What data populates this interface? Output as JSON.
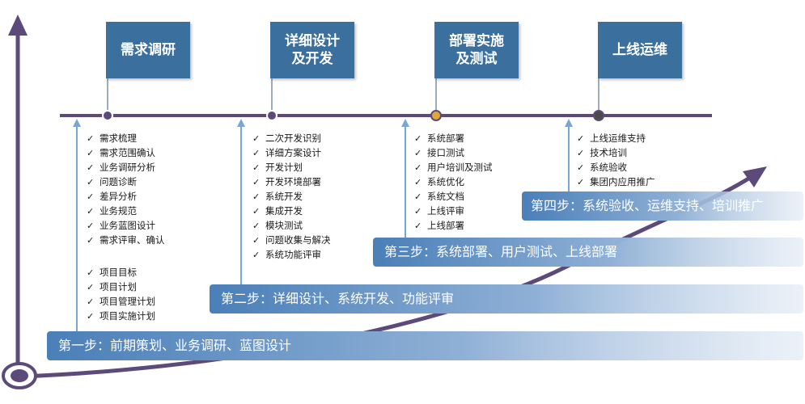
{
  "phases": [
    {
      "title": "需求调研"
    },
    {
      "title": "详细设计\n及开发"
    },
    {
      "title": "部署实施\n及测试"
    },
    {
      "title": "上线运维"
    }
  ],
  "task_groups": [
    [
      "需求梳理",
      "需求范围确认",
      "业务调研分析",
      "问题诊断",
      "差异分析",
      "业务规范",
      "业务蓝图设计",
      "需求评审、确认"
    ],
    [
      "项目目标",
      "项目计划",
      "项目管理计划",
      "项目实施计划"
    ],
    [
      "二次开发识别",
      "详细方案设计",
      "开发计划",
      "开发环境部署",
      "系统开发",
      "集成开发",
      "模块测试",
      "问题收集与解决",
      "系统功能评审"
    ],
    [
      "系统部署",
      "接口测试",
      "用户培训及测试",
      "系统优化",
      "系统文档",
      "上线评审",
      "上线部署"
    ],
    [
      "上线运维支持",
      "技术培训",
      "系统验收",
      "集团内应用推广"
    ]
  ],
  "steps": [
    {
      "label": "第一步：前期策划、业务调研、蓝图设计"
    },
    {
      "label": "第二步：详细设计、系统开发、功能评审"
    },
    {
      "label": "第三步：系统部署、用户测试、上线部署"
    },
    {
      "label": "第四步：系统验收、运维支持、培训推广"
    }
  ],
  "colors": {
    "phase_box": "#3a6f9e",
    "timeline": "#5b4a7a",
    "step_band": "#4a7fb8",
    "arrow_up": "#7aa6d6"
  }
}
